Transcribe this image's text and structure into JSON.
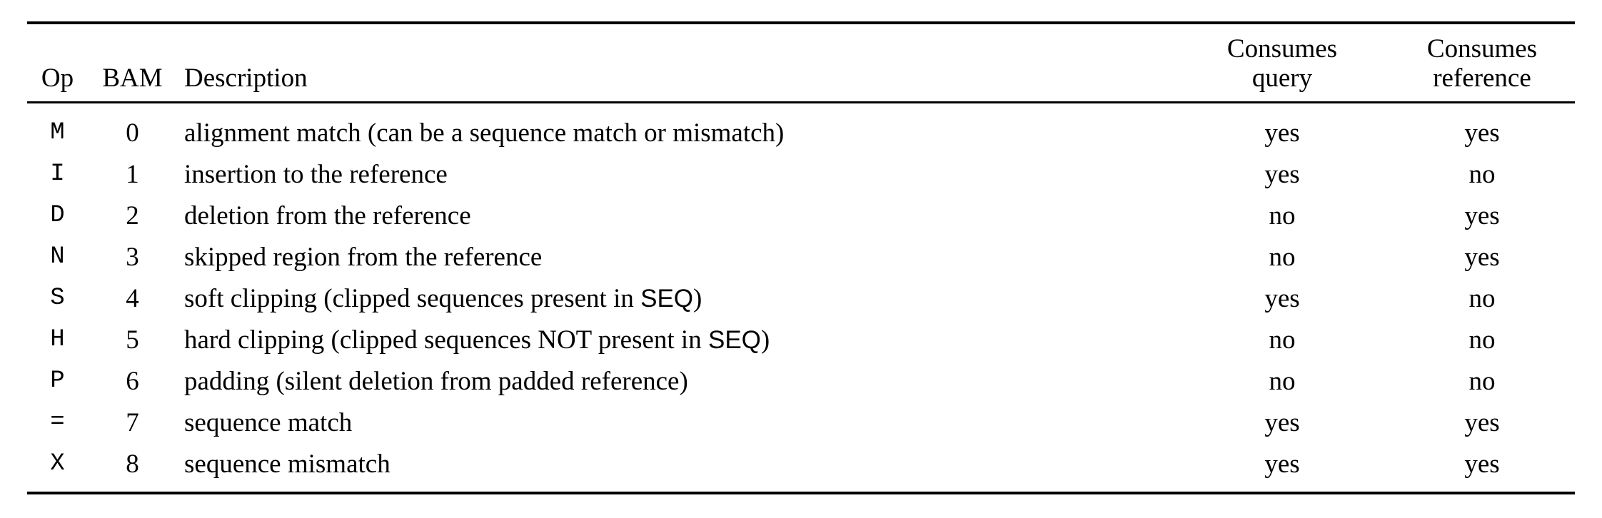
{
  "table": {
    "columns": [
      {
        "key": "op",
        "header_lines": [
          "Op"
        ],
        "align": "center"
      },
      {
        "key": "bam",
        "header_lines": [
          "BAM"
        ],
        "align": "center"
      },
      {
        "key": "desc",
        "header_lines": [
          "Description"
        ],
        "align": "left"
      },
      {
        "key": "query",
        "header_lines": [
          "Consumes",
          "query"
        ],
        "align": "center"
      },
      {
        "key": "ref",
        "header_lines": [
          "Consumes",
          "reference"
        ],
        "align": "center"
      }
    ],
    "headers": {
      "op": "Op",
      "bam": "BAM",
      "description": "Description",
      "consumes_query_line1": "Consumes",
      "consumes_query_line2": "query",
      "consumes_reference_line1": "Consumes",
      "consumes_reference_line2": "reference"
    },
    "rows": [
      {
        "op": "M",
        "bam": "0",
        "desc_pre": "alignment match (can be a sequence match or mismatch)",
        "desc_sf": "",
        "desc_post": "",
        "query": "yes",
        "ref": "yes"
      },
      {
        "op": "I",
        "bam": "1",
        "desc_pre": "insertion to the reference",
        "desc_sf": "",
        "desc_post": "",
        "query": "yes",
        "ref": "no"
      },
      {
        "op": "D",
        "bam": "2",
        "desc_pre": "deletion from the reference",
        "desc_sf": "",
        "desc_post": "",
        "query": "no",
        "ref": "yes"
      },
      {
        "op": "N",
        "bam": "3",
        "desc_pre": "skipped region from the reference",
        "desc_sf": "",
        "desc_post": "",
        "query": "no",
        "ref": "yes"
      },
      {
        "op": "S",
        "bam": "4",
        "desc_pre": "soft clipping (clipped sequences present in ",
        "desc_sf": "SEQ",
        "desc_post": ")",
        "query": "yes",
        "ref": "no"
      },
      {
        "op": "H",
        "bam": "5",
        "desc_pre": "hard clipping (clipped sequences NOT present in ",
        "desc_sf": "SEQ",
        "desc_post": ")",
        "query": "no",
        "ref": "no"
      },
      {
        "op": "P",
        "bam": "6",
        "desc_pre": "padding (silent deletion from padded reference)",
        "desc_sf": "",
        "desc_post": "",
        "query": "no",
        "ref": "no"
      },
      {
        "op": "=",
        "bam": "7",
        "desc_pre": "sequence match",
        "desc_sf": "",
        "desc_post": "",
        "query": "yes",
        "ref": "yes"
      },
      {
        "op": "X",
        "bam": "8",
        "desc_pre": "sequence mismatch",
        "desc_sf": "",
        "desc_post": "",
        "query": "yes",
        "ref": "yes"
      }
    ]
  },
  "style": {
    "text_color": "#000000",
    "background_color": "#ffffff",
    "rule_color": "#000000"
  }
}
